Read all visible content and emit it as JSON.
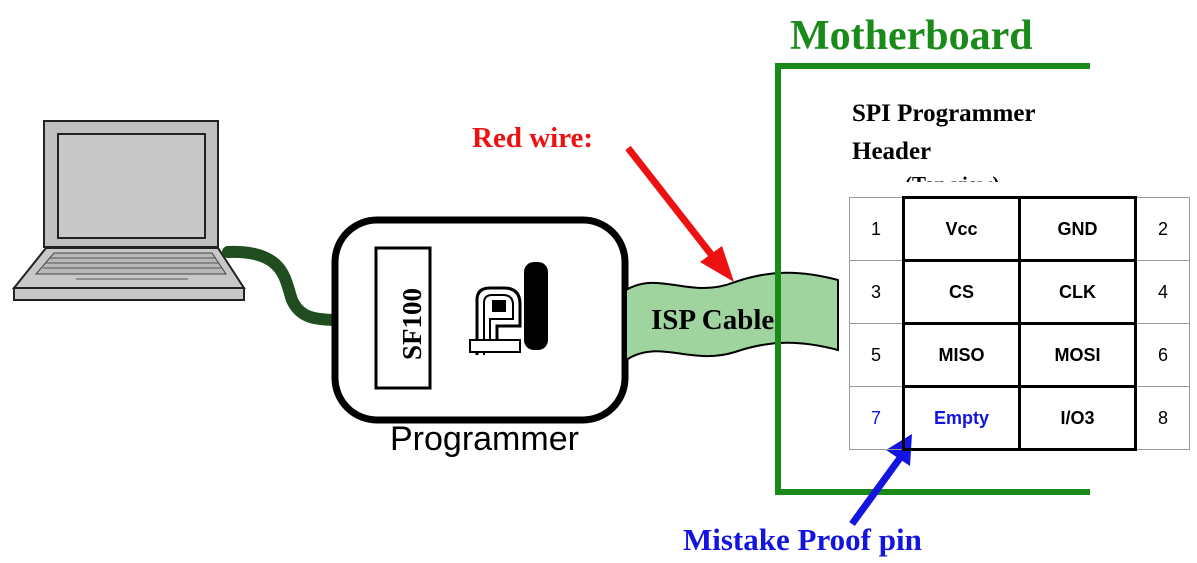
{
  "title": "Motherboard",
  "red_wire_label": "Red wire:",
  "header_label_line1": "SPI Programmer",
  "header_label_line2": "Header",
  "header_label_line3": "(Top view)",
  "programmer_label": "Programmer",
  "programmer_model": "SF100",
  "brand_logo_text": "DediProg",
  "cable_label": "ISP Cable",
  "mistake_proof_label": "Mistake Proof pin",
  "pin_rows": [
    {
      "left_num": "1",
      "left_pin": "Vcc",
      "right_pin": "GND",
      "right_num": "2"
    },
    {
      "left_num": "3",
      "left_pin": "CS",
      "right_pin": "CLK",
      "right_num": "4"
    },
    {
      "left_num": "5",
      "left_pin": "MISO",
      "right_pin": "MOSI",
      "right_num": "6"
    },
    {
      "left_num": "7",
      "left_pin": "Empty",
      "right_pin": "I/O3",
      "right_num": "8"
    }
  ],
  "colors": {
    "motherboard_green": "#1a8a1a",
    "cable_green": "#9fd49f",
    "usb_cable": "#1f4d1f",
    "red_arrow": "#ee1111",
    "blue_arrow": "#1414e0",
    "laptop_gray": "#c0c0c0"
  }
}
